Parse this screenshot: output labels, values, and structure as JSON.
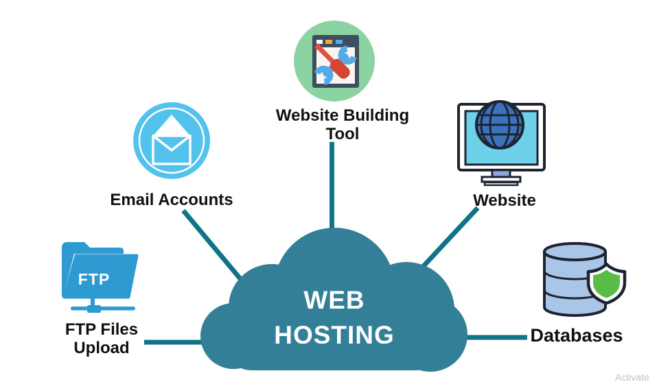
{
  "cloud": {
    "line1": "WEB",
    "line2": "HOSTING"
  },
  "nodes": {
    "website_building_tool": {
      "label": "Website Building Tool"
    },
    "email_accounts": {
      "label": "Email Accounts"
    },
    "website": {
      "label": "Website"
    },
    "ftp_files_upload": {
      "label": "FTP Files Upload",
      "folder_text": "FTP"
    },
    "databases": {
      "label": "Databases"
    }
  },
  "watermark": "Activate",
  "colors": {
    "cloud": "#337F97",
    "line": "#0F7488",
    "label_text": "#101010",
    "white": "#FFFFFF",
    "icon_green_circle": "#8BD4A2",
    "icon_browser_dark": "#3E4E5E",
    "icon_tab_orange": "#F3A73F",
    "icon_tab_blue": "#55AAE9",
    "icon_canvas": "#F7F6F2",
    "icon_wrench_blue": "#55AAE9",
    "icon_screwdriver_red": "#E05140",
    "icon_screwdriver_handle": "#D64534",
    "icon_email_blue": "#53C3EE",
    "icon_screen_cyan": "#6FD0EA",
    "icon_globe_blue": "#3B72BD",
    "icon_outline_dark": "#1C2430",
    "icon_stand_periwinkle": "#8EA6E0",
    "icon_db_fill": "#A9C5E7",
    "icon_shield_green": "#5ABB47",
    "icon_folder_blue": "#2D9AD2",
    "watermark_gray": "#C2C2C2"
  }
}
